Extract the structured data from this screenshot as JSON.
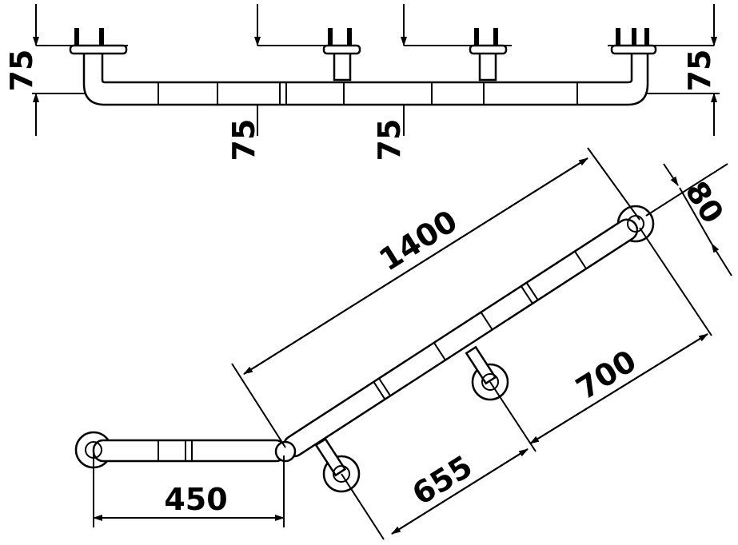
{
  "top_view": {
    "dim_left": "75",
    "dim_mid_1": "75",
    "dim_mid_2": "75",
    "dim_right": "75"
  },
  "plan_view": {
    "dim_length_diagonal": "1400",
    "dim_diameter": "80",
    "dim_support_spacing": "700",
    "dim_first_support": "655",
    "dim_short_arm": "450"
  }
}
